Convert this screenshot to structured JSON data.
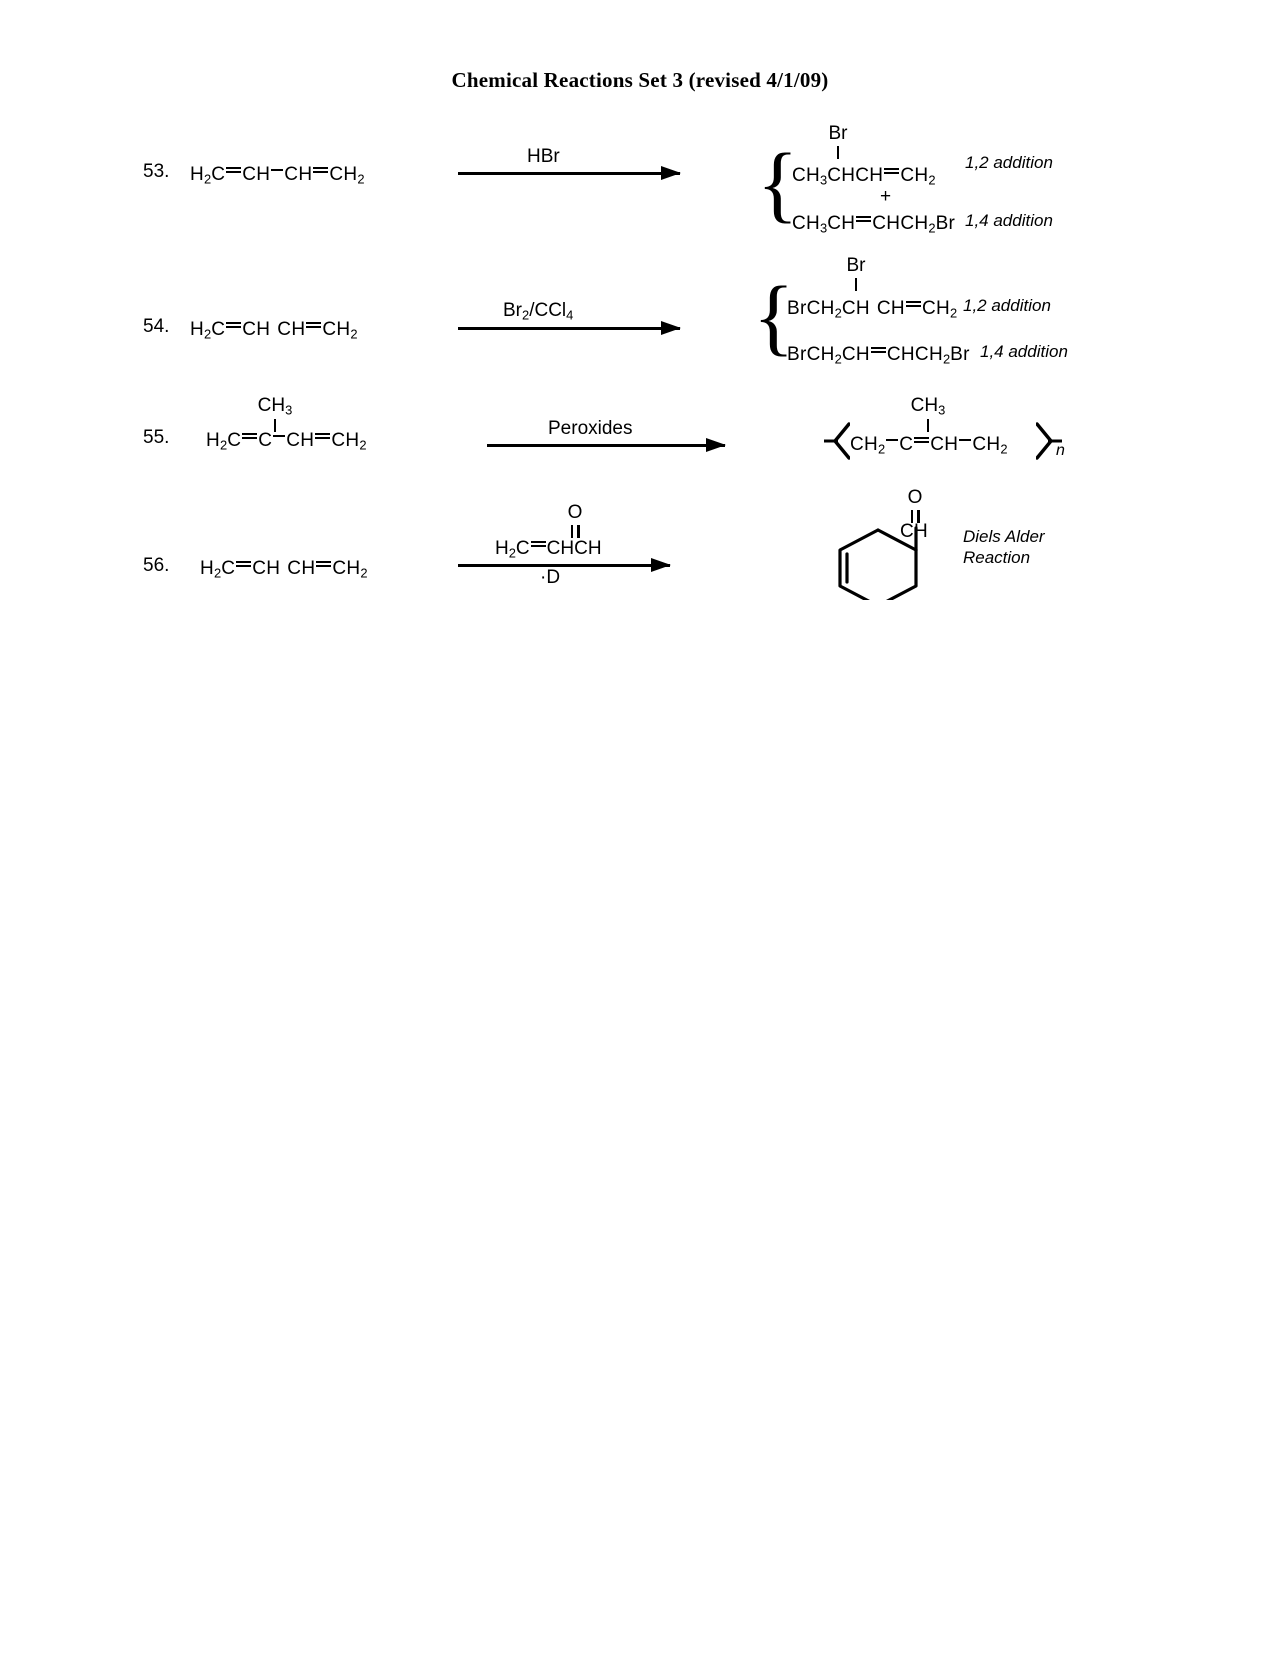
{
  "document": {
    "title": "Chemical Reactions Set 3 (revised 4/1/09)"
  },
  "reactions": [
    {
      "number": "53.",
      "reactant": {
        "parts": [
          "H",
          "2",
          "C",
          "=",
          "CH",
          "-",
          "CH",
          "=",
          "CH",
          "2"
        ],
        "text": "H2C=CH-CH=CH2"
      },
      "reagent_above": "HBr",
      "reagent_below": "",
      "products": [
        {
          "text": "CH3CHCH=CH2",
          "substituent": "Br",
          "label": "1,2 addition"
        },
        {
          "text": "CH3CH=CHCH2Br",
          "substituent": "",
          "label": "1,4 addition"
        }
      ],
      "connector": "+",
      "has_brace": true,
      "note": ""
    },
    {
      "number": "54.",
      "reactant": {
        "text": "H2C=CH CH=CH2"
      },
      "reagent_above": "Br2/CCl4",
      "reagent_below": "",
      "products": [
        {
          "text": "BrCH2CH CH=CH2",
          "substituent": "Br",
          "label": "1,2 addition"
        },
        {
          "text": "BrCH2CH=CHCH2Br",
          "substituent": "",
          "label": "1,4 addition"
        }
      ],
      "connector": "",
      "has_brace": true,
      "note": ""
    },
    {
      "number": "55.",
      "reactant": {
        "text": "H2C=C-CH=CH2",
        "substituent": "CH3"
      },
      "reagent_above": "Peroxides",
      "reagent_below": "",
      "products": [
        {
          "text": "CH2-C=CH-CH2",
          "substituent": "CH3",
          "bracket_subscript": "n",
          "label": ""
        }
      ],
      "connector": "",
      "has_brace": false,
      "note": ""
    },
    {
      "number": "56.",
      "reactant": {
        "text": "H2C=CH CH=CH2"
      },
      "reagent_above": "H2C=CHCH",
      "reagent_above_substituent": "O",
      "reagent_below": "·D",
      "products": [
        {
          "text": "CH",
          "substituent": "O",
          "structure": "cyclohexene-ring",
          "label": ""
        }
      ],
      "connector": "",
      "has_brace": false,
      "note": "Diels Alder Reaction",
      "note_line1": "Diels Alder",
      "note_line2": "Reaction"
    }
  ],
  "colors": {
    "ink": "#000000",
    "paper": "#ffffff"
  }
}
